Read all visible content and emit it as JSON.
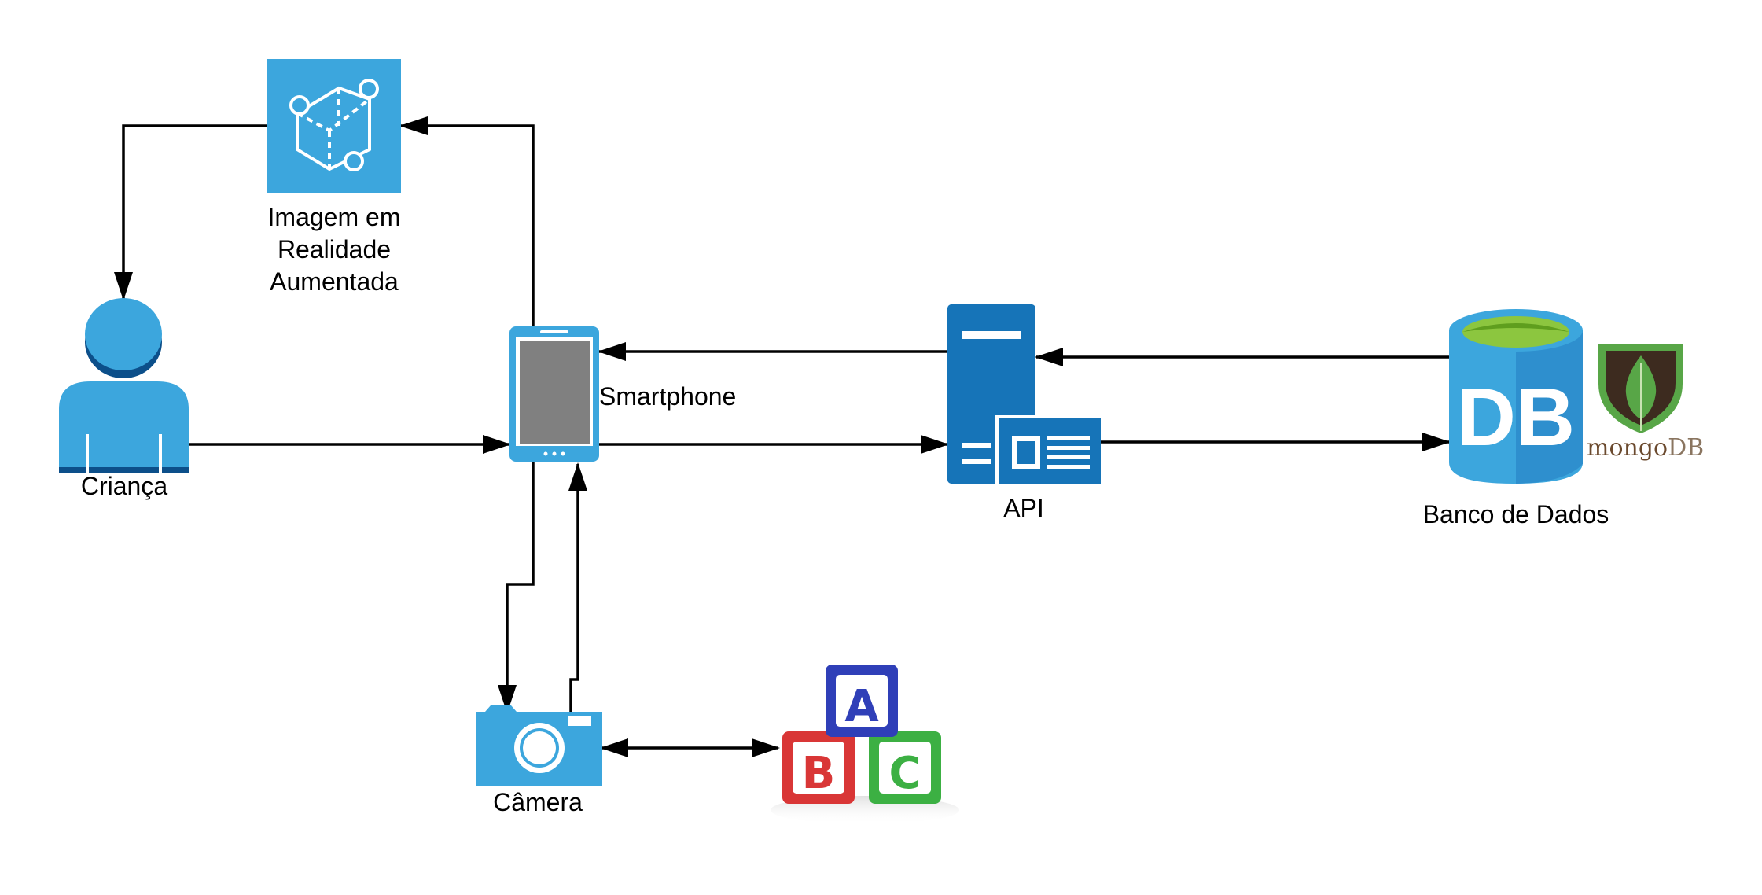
{
  "colors": {
    "primary_blue": "#3ca6dd",
    "dark_blue": "#1674b8",
    "deep_blue": "#0c4f8a",
    "screen_gray": "#808080",
    "db_green": "#8cc63f",
    "mongo_leaf": "#58a647",
    "mongo_dark": "#3d2b1f",
    "mongo_text": "#6b4a2e",
    "arrow": "#000000"
  },
  "nodes": {
    "ar_image": {
      "label_lines": [
        "Imagem em",
        "Realidade",
        "Aumentada"
      ],
      "icon": "augmented-reality-cube-icon"
    },
    "child": {
      "label": "Criança",
      "icon": "person-icon"
    },
    "smartphone": {
      "label": "Smartphone",
      "icon": "smartphone-icon"
    },
    "camera": {
      "label": "Câmera",
      "icon": "camera-icon"
    },
    "blocks": {
      "icon": "abc-blocks-icon",
      "letters": [
        "A",
        "B",
        "C"
      ]
    },
    "api": {
      "label": "API",
      "icon": "server-icon"
    },
    "database": {
      "label": "Banco de Dados",
      "icon": "database-icon",
      "db_text": "DB"
    },
    "mongodb": {
      "word_part1": "mongo",
      "word_part2": "DB",
      "icon": "mongodb-leaf-icon"
    }
  },
  "edges": [
    {
      "from": "smartphone",
      "to": "ar_image"
    },
    {
      "from": "ar_image",
      "to": "child"
    },
    {
      "from": "child",
      "to": "smartphone"
    },
    {
      "from": "smartphone",
      "to": "api"
    },
    {
      "from": "api",
      "to": "smartphone"
    },
    {
      "from": "api",
      "to": "database"
    },
    {
      "from": "database",
      "to": "api"
    },
    {
      "from": "smartphone",
      "to": "camera"
    },
    {
      "from": "camera",
      "to": "smartphone"
    },
    {
      "from": "camera",
      "to": "blocks",
      "bidirectional": true
    }
  ]
}
